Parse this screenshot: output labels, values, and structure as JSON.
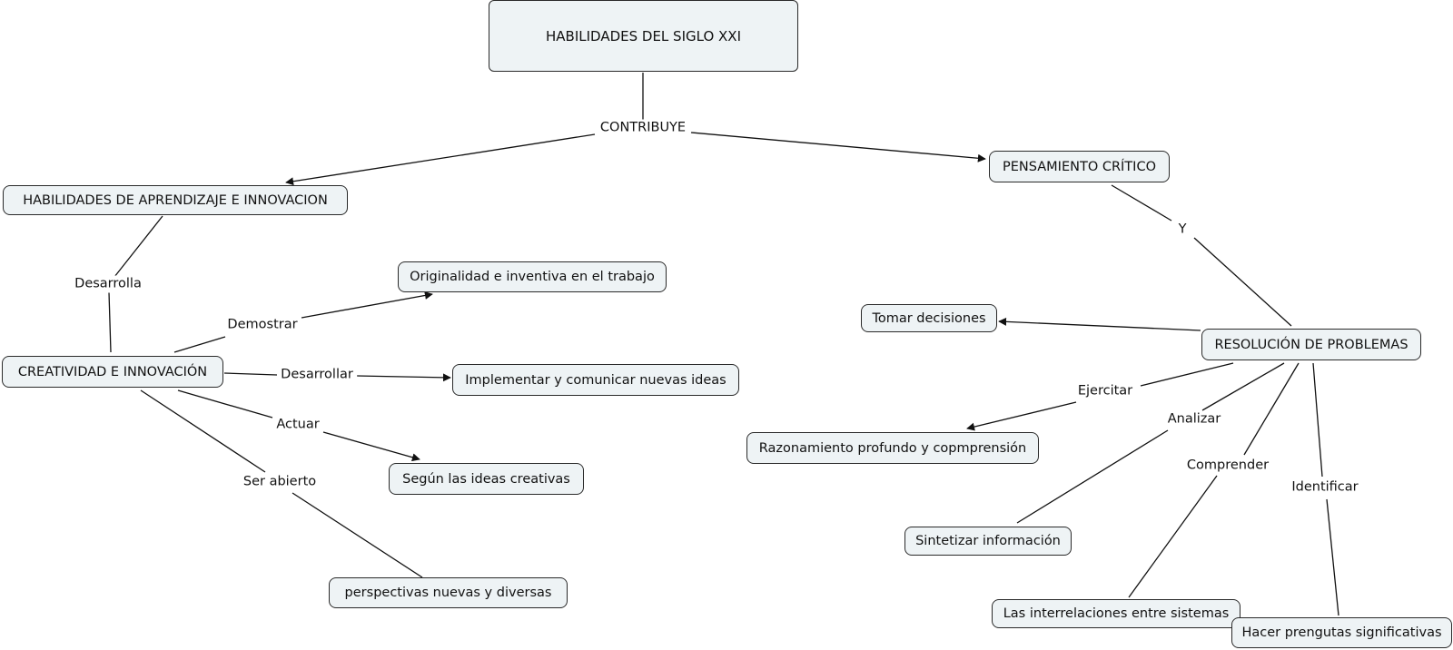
{
  "concept_map": {
    "root": "HABILIDADES DEL SIGLO XXI",
    "nodes": {
      "habilidades_aprendizaje": "HABILIDADES DE APRENDIZAJE E INNOVACION",
      "pensamiento_critico": "PENSAMIENTO CRÍTICO",
      "creatividad": "CREATIVIDAD E INNOVACIÓN",
      "originalidad": "Originalidad e inventiva en el trabajo",
      "implementar": "Implementar y comunicar nuevas ideas",
      "segun_ideas": "Según las ideas creativas",
      "perspectivas": "perspectivas nuevas y diversas",
      "resolucion": "RESOLUCIÓN DE PROBLEMAS",
      "tomar_decisiones": "Tomar decisiones",
      "razonamiento": "Razonamiento profundo y copmprensión",
      "sintetizar": "Sintetizar información",
      "interrelaciones": "Las interrelaciones entre sistemas",
      "preguntas": "Hacer prengutas significativas"
    },
    "links": {
      "contribuye": "CONTRIBUYE",
      "desarrolla": "Desarrolla",
      "y": "Y",
      "demostrar": "Demostrar",
      "desarrollar": "Desarrollar",
      "actuar": "Actuar",
      "ser_abierto": "Ser abierto",
      "ejercitar": "Ejercitar",
      "analizar": "Analizar",
      "comprender": "Comprender",
      "identificar": "Identificar"
    }
  }
}
